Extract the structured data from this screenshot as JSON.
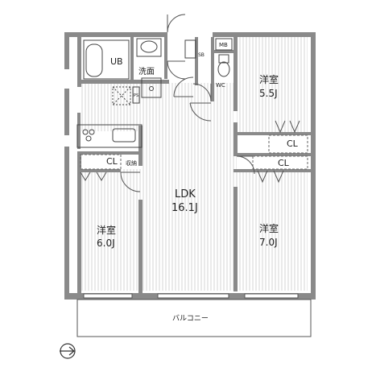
{
  "rooms": {
    "ub": "UB",
    "washroom": "洗面",
    "sb": "SB",
    "mb": "MB",
    "wc": "WC",
    "bedroom_ne_name": "洋室",
    "bedroom_ne_size": "5.5J",
    "bedroom_w_name": "洋室",
    "bedroom_w_size": "6.0J",
    "bedroom_se_name": "洋室",
    "bedroom_se_size": "7.0J",
    "ldk_name": "LDK",
    "ldk_size": "16.1J",
    "balcony": "バルコニー",
    "cl_ne": "CL",
    "cl_se": "CL",
    "cl_w": "CL",
    "storage": "収納",
    "ps": "PS"
  },
  "compass": {
    "icon": "north-arrow-icon"
  }
}
